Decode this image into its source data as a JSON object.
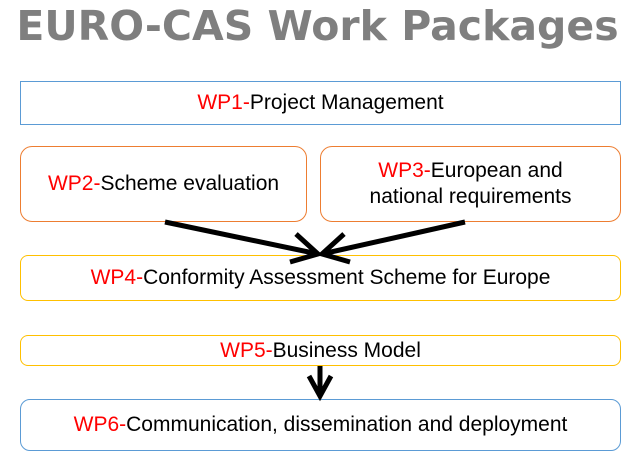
{
  "title": "EURO-CAS Work Packages",
  "colors": {
    "wp_label": "#ff0000",
    "title": "#7f7f7f",
    "blue_border": "#5b9bd5",
    "orange_border": "#ed7d31",
    "yellow_border": "#ffc000"
  },
  "packages": [
    {
      "id": "WP1-",
      "name": "Project Management"
    },
    {
      "id": "WP2-",
      "name": "Scheme evaluation"
    },
    {
      "id": "WP3-",
      "name": "European and national requirements"
    },
    {
      "id": "WP4-",
      "name": "Conformity Assessment Scheme for Europe"
    },
    {
      "id": "WP5-",
      "name": "Business Model"
    },
    {
      "id": "WP6-",
      "name": "Communication, dissemination and deployment"
    }
  ],
  "arrows": [
    {
      "from": "WP2",
      "to": "WP4"
    },
    {
      "from": "WP3",
      "to": "WP4"
    },
    {
      "from": "WP5",
      "to": "WP6"
    }
  ]
}
